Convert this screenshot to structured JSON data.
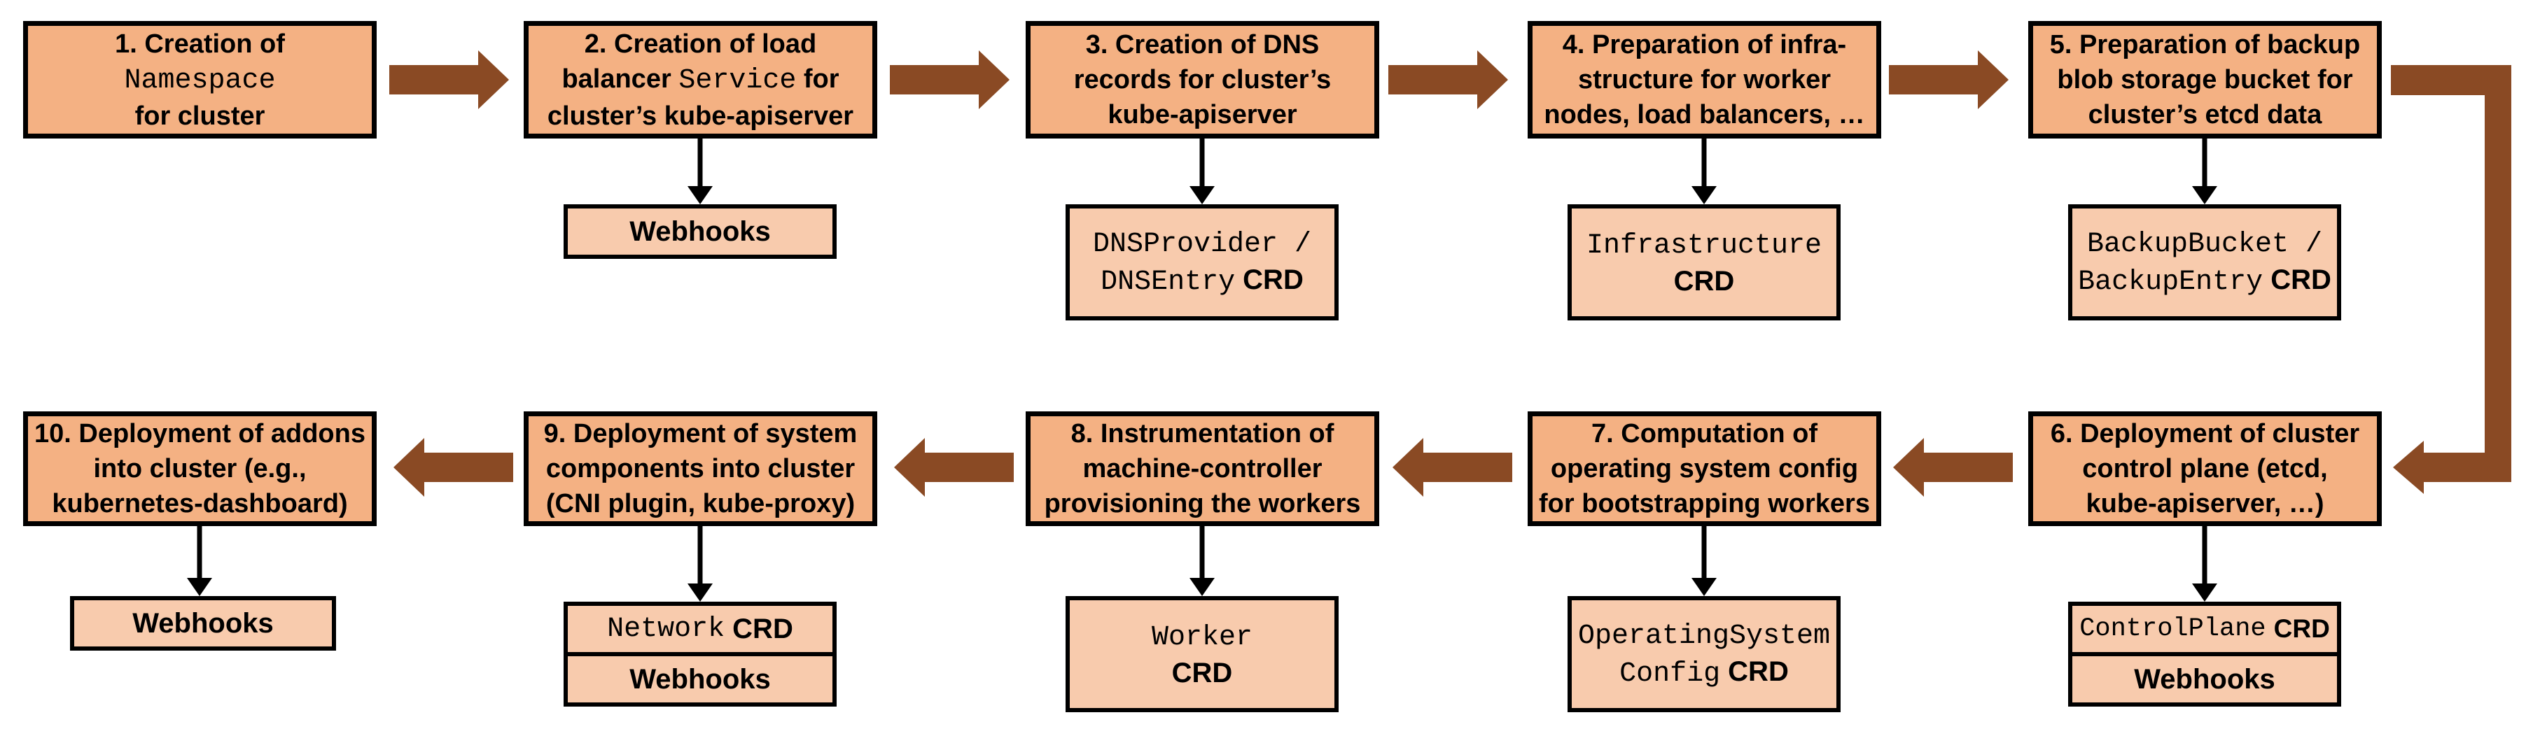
{
  "colors": {
    "step_box_fill": "#F4B183",
    "sub_box_fill": "#F8CBAD",
    "flow_arrow_brown": "#8A4A24",
    "thin_arrow_black": "#000000",
    "box_border": "#000000",
    "background": "#FFFFFF"
  },
  "steps": [
    {
      "title_lines": [
        [
          {
            "t": "1. Creation of"
          }
        ],
        [
          {
            "t": "Namespace",
            "style": "mono"
          }
        ],
        [
          {
            "t": "for cluster"
          }
        ]
      ],
      "sub_boxes": []
    },
    {
      "title_lines": [
        [
          {
            "t": "2. Creation of load"
          }
        ],
        [
          {
            "t": "balancer "
          },
          {
            "t": "Service",
            "style": "mono"
          },
          {
            "t": " for"
          }
        ],
        [
          {
            "t": "cluster’s kube-apiserver"
          }
        ]
      ],
      "sub_boxes": [
        {
          "lines": [
            [
              {
                "t": "Webhooks"
              }
            ]
          ]
        }
      ]
    },
    {
      "title_lines": [
        [
          {
            "t": "3. Creation of DNS"
          }
        ],
        [
          {
            "t": "records for cluster’s"
          }
        ],
        [
          {
            "t": "kube-apiserver"
          }
        ]
      ],
      "sub_boxes": [
        {
          "lines": [
            [
              {
                "t": "DNSProvider /",
                "style": "mono"
              }
            ],
            [
              {
                "t": "DNSEntry",
                "style": "mono"
              },
              {
                "t": "CRD",
                "style": "crd"
              }
            ]
          ]
        }
      ]
    },
    {
      "title_lines": [
        [
          {
            "t": "4. Preparation of infra-"
          }
        ],
        [
          {
            "t": "structure for worker"
          }
        ],
        [
          {
            "t": "nodes, load balancers, …"
          }
        ]
      ],
      "sub_boxes": [
        {
          "lines": [
            [
              {
                "t": "Infrastructure",
                "style": "mono"
              }
            ],
            [
              {
                "t": "CRD",
                "style": "crd"
              }
            ]
          ]
        }
      ]
    },
    {
      "title_lines": [
        [
          {
            "t": "5. Preparation of backup"
          }
        ],
        [
          {
            "t": "blob storage bucket for"
          }
        ],
        [
          {
            "t": "cluster’s etcd data"
          }
        ]
      ],
      "sub_boxes": [
        {
          "lines": [
            [
              {
                "t": "BackupBucket /",
                "style": "mono"
              }
            ],
            [
              {
                "t": "BackupEntry",
                "style": "mono"
              },
              {
                "t": "CRD",
                "style": "crd"
              }
            ]
          ]
        }
      ]
    },
    {
      "title_lines": [
        [
          {
            "t": "6. Deployment of cluster"
          }
        ],
        [
          {
            "t": "control plane (etcd,"
          }
        ],
        [
          {
            "t": "kube-apiserver, …)"
          }
        ]
      ],
      "sub_boxes": [
        {
          "lines": [
            [
              {
                "t": "ControlPlane",
                "style": "mono"
              },
              {
                "t": "CRD",
                "style": "crd"
              }
            ]
          ]
        },
        {
          "lines": [
            [
              {
                "t": "Webhooks"
              }
            ]
          ]
        }
      ]
    },
    {
      "title_lines": [
        [
          {
            "t": "7. Computation of"
          }
        ],
        [
          {
            "t": "operating system config"
          }
        ],
        [
          {
            "t": "for bootstrapping workers"
          }
        ]
      ],
      "sub_boxes": [
        {
          "lines": [
            [
              {
                "t": "OperatingSystem",
                "style": "mono"
              }
            ],
            [
              {
                "t": "Config",
                "style": "mono"
              },
              {
                "t": "CRD",
                "style": "crd"
              }
            ]
          ]
        }
      ]
    },
    {
      "title_lines": [
        [
          {
            "t": "8. Instrumentation of"
          }
        ],
        [
          {
            "t": "machine-controller"
          }
        ],
        [
          {
            "t": "provisioning the workers"
          }
        ]
      ],
      "sub_boxes": [
        {
          "lines": [
            [
              {
                "t": "Worker",
                "style": "mono"
              }
            ],
            [
              {
                "t": "CRD",
                "style": "crd"
              }
            ]
          ]
        }
      ]
    },
    {
      "title_lines": [
        [
          {
            "t": "9. Deployment of system"
          }
        ],
        [
          {
            "t": "components into cluster"
          }
        ],
        [
          {
            "t": "(CNI plugin, kube-proxy)"
          }
        ]
      ],
      "sub_boxes": [
        {
          "lines": [
            [
              {
                "t": "Network",
                "style": "mono"
              },
              {
                "t": "CRD",
                "style": "crd"
              }
            ]
          ]
        },
        {
          "lines": [
            [
              {
                "t": "Webhooks"
              }
            ]
          ]
        }
      ]
    },
    {
      "title_lines": [
        [
          {
            "t": "10. Deployment of addons"
          }
        ],
        [
          {
            "t": "into cluster (e.g.,"
          }
        ],
        [
          {
            "t": "kubernetes-dashboard)"
          }
        ]
      ],
      "sub_boxes": [
        {
          "lines": [
            [
              {
                "t": "Webhooks"
              }
            ]
          ]
        }
      ]
    }
  ]
}
